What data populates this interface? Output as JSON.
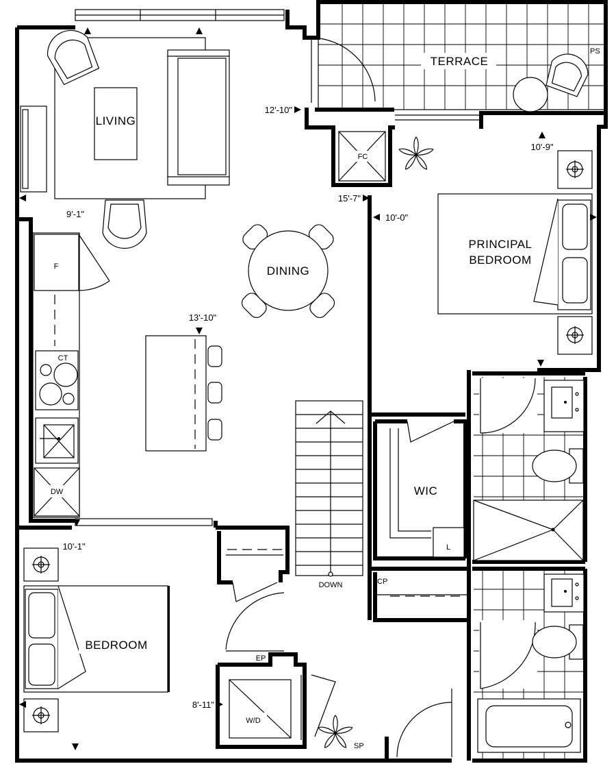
{
  "rooms": {
    "living": "LIVING",
    "dining": "DINING",
    "terrace": "TERRACE",
    "principal_bedroom_line1": "PRINCIPAL",
    "principal_bedroom_line2": "BEDROOM",
    "wic": "WIC",
    "bedroom": "BEDROOM"
  },
  "fixtures": {
    "ps": "PS",
    "fc": "FC",
    "fridge": "F",
    "cooktop": "CT",
    "dishwasher": "DW",
    "linen": "L",
    "closet": "CP",
    "down": "DOWN",
    "ep": "EP",
    "washer_dryer": "W/D",
    "sp": "SP"
  },
  "dimensions": {
    "terrace_width": "12'-10\"",
    "living_depth": "15'-7\"",
    "living_width": "9'-1\"",
    "principal_width": "10'-9\"",
    "principal_depth": "10'-0\"",
    "kitchen_width": "13'-10\"",
    "bedroom_width": "10'-1\"",
    "bedroom_depth": "8'-11\""
  }
}
